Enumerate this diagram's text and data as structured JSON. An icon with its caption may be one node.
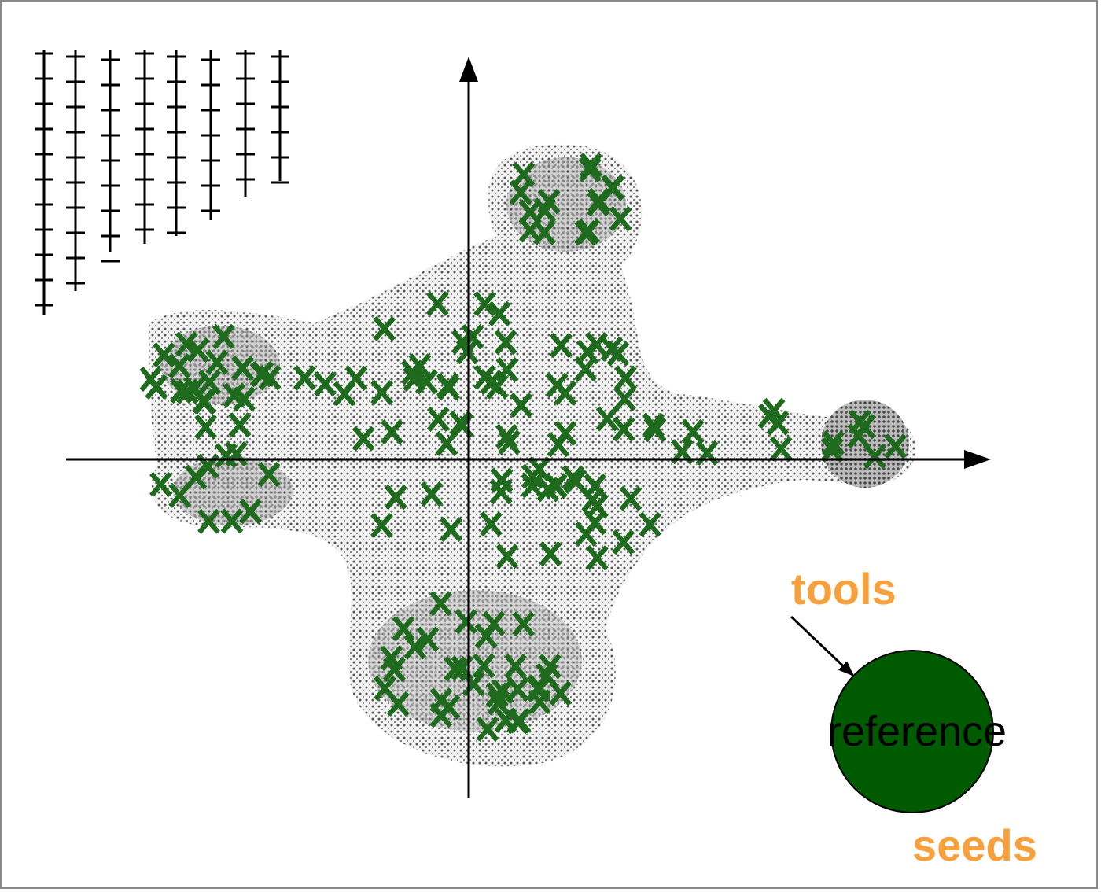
{
  "diagram": {
    "nodes": [
      {
        "text": [
          "tools"
        ]
      },
      {
        "text": [
          "reference"
        ]
      }
    ],
    "edges": [
      {
        "from": 0,
        "to": 1,
        "arrow": "to"
      }
    ],
    "labels": [
      "seeds"
    ]
  }
}
